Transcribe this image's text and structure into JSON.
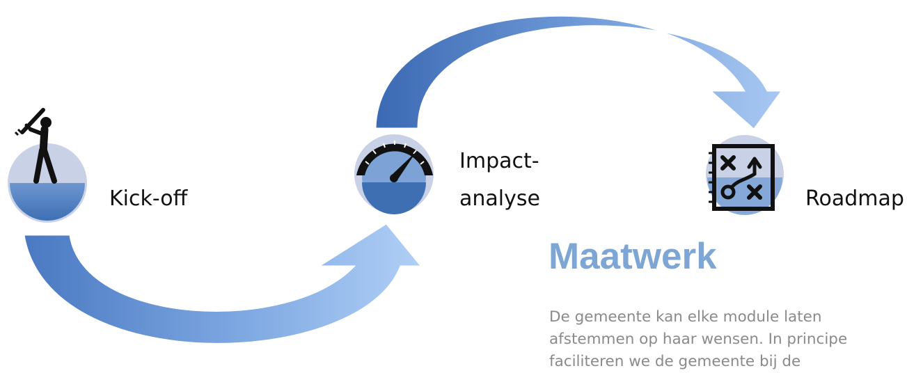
{
  "steps": [
    {
      "label": "Kick-off",
      "icon": "batter-icon"
    },
    {
      "label_lines": [
        "Impact-",
        "analyse"
      ],
      "icon": "gauge-icon"
    },
    {
      "label": "Roadmap",
      "icon": "strategy-board-icon"
    }
  ],
  "flow": [
    "Kick-off",
    "Impact-analyse",
    "Roadmap"
  ],
  "heading": "Maatwerk",
  "body": "De gemeente kan elke module laten afstemmen op haar wensen. In principe faciliteren we de gemeente bij de",
  "colors": {
    "arrow_dark": "#3f6fb8",
    "arrow_light": "#a9c9f3",
    "circle_ring": "#c9d1e6",
    "circle_fill": "#7da3d6",
    "heading": "#7ea6d4",
    "body_text": "#8a8a8a"
  }
}
